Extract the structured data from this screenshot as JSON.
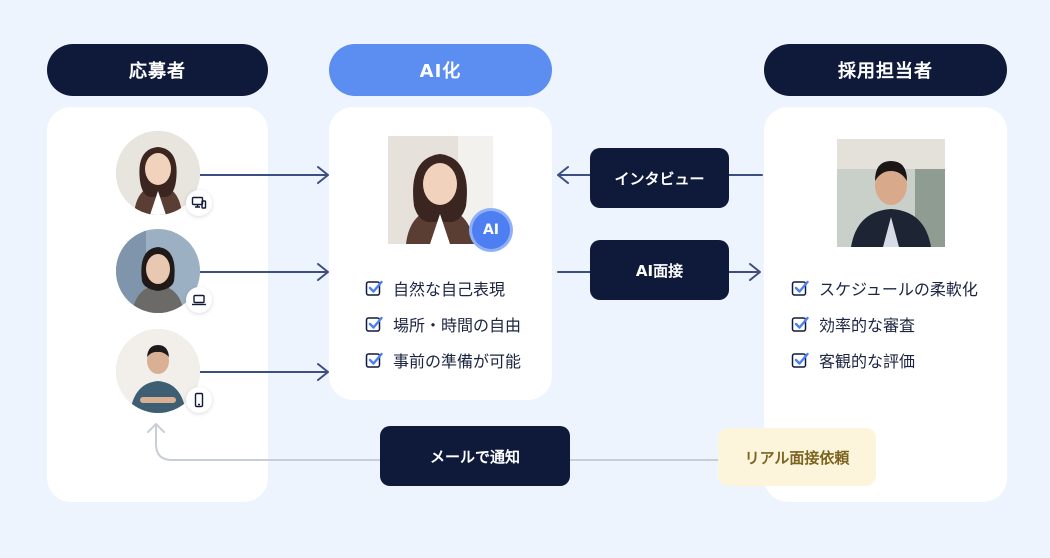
{
  "columns": {
    "applicant": {
      "title": "応募者"
    },
    "ai": {
      "title": "AI化",
      "badge": "AI"
    },
    "recruiter": {
      "title": "採用担当者"
    }
  },
  "ai_features": [
    "自然な自己表現",
    "場所・時間の自由",
    "事前の準備が可能"
  ],
  "recruiter_features": [
    "スケジュールの柔軟化",
    "効率的な審査",
    "客観的な評価"
  ],
  "flows": {
    "interview": "インタビュー",
    "ai_interview": "AI面接",
    "mail_notice": "メールで通知",
    "real_interview": "リアル面接依頼"
  },
  "colors": {
    "navy": "#0f1a3a",
    "accent_blue": "#5b8ef0",
    "check_blue": "#4d7ef2",
    "cream": "#fcf5dc"
  },
  "icons": [
    "desktop-icon",
    "laptop-icon",
    "smartphone-icon",
    "check-icon"
  ]
}
